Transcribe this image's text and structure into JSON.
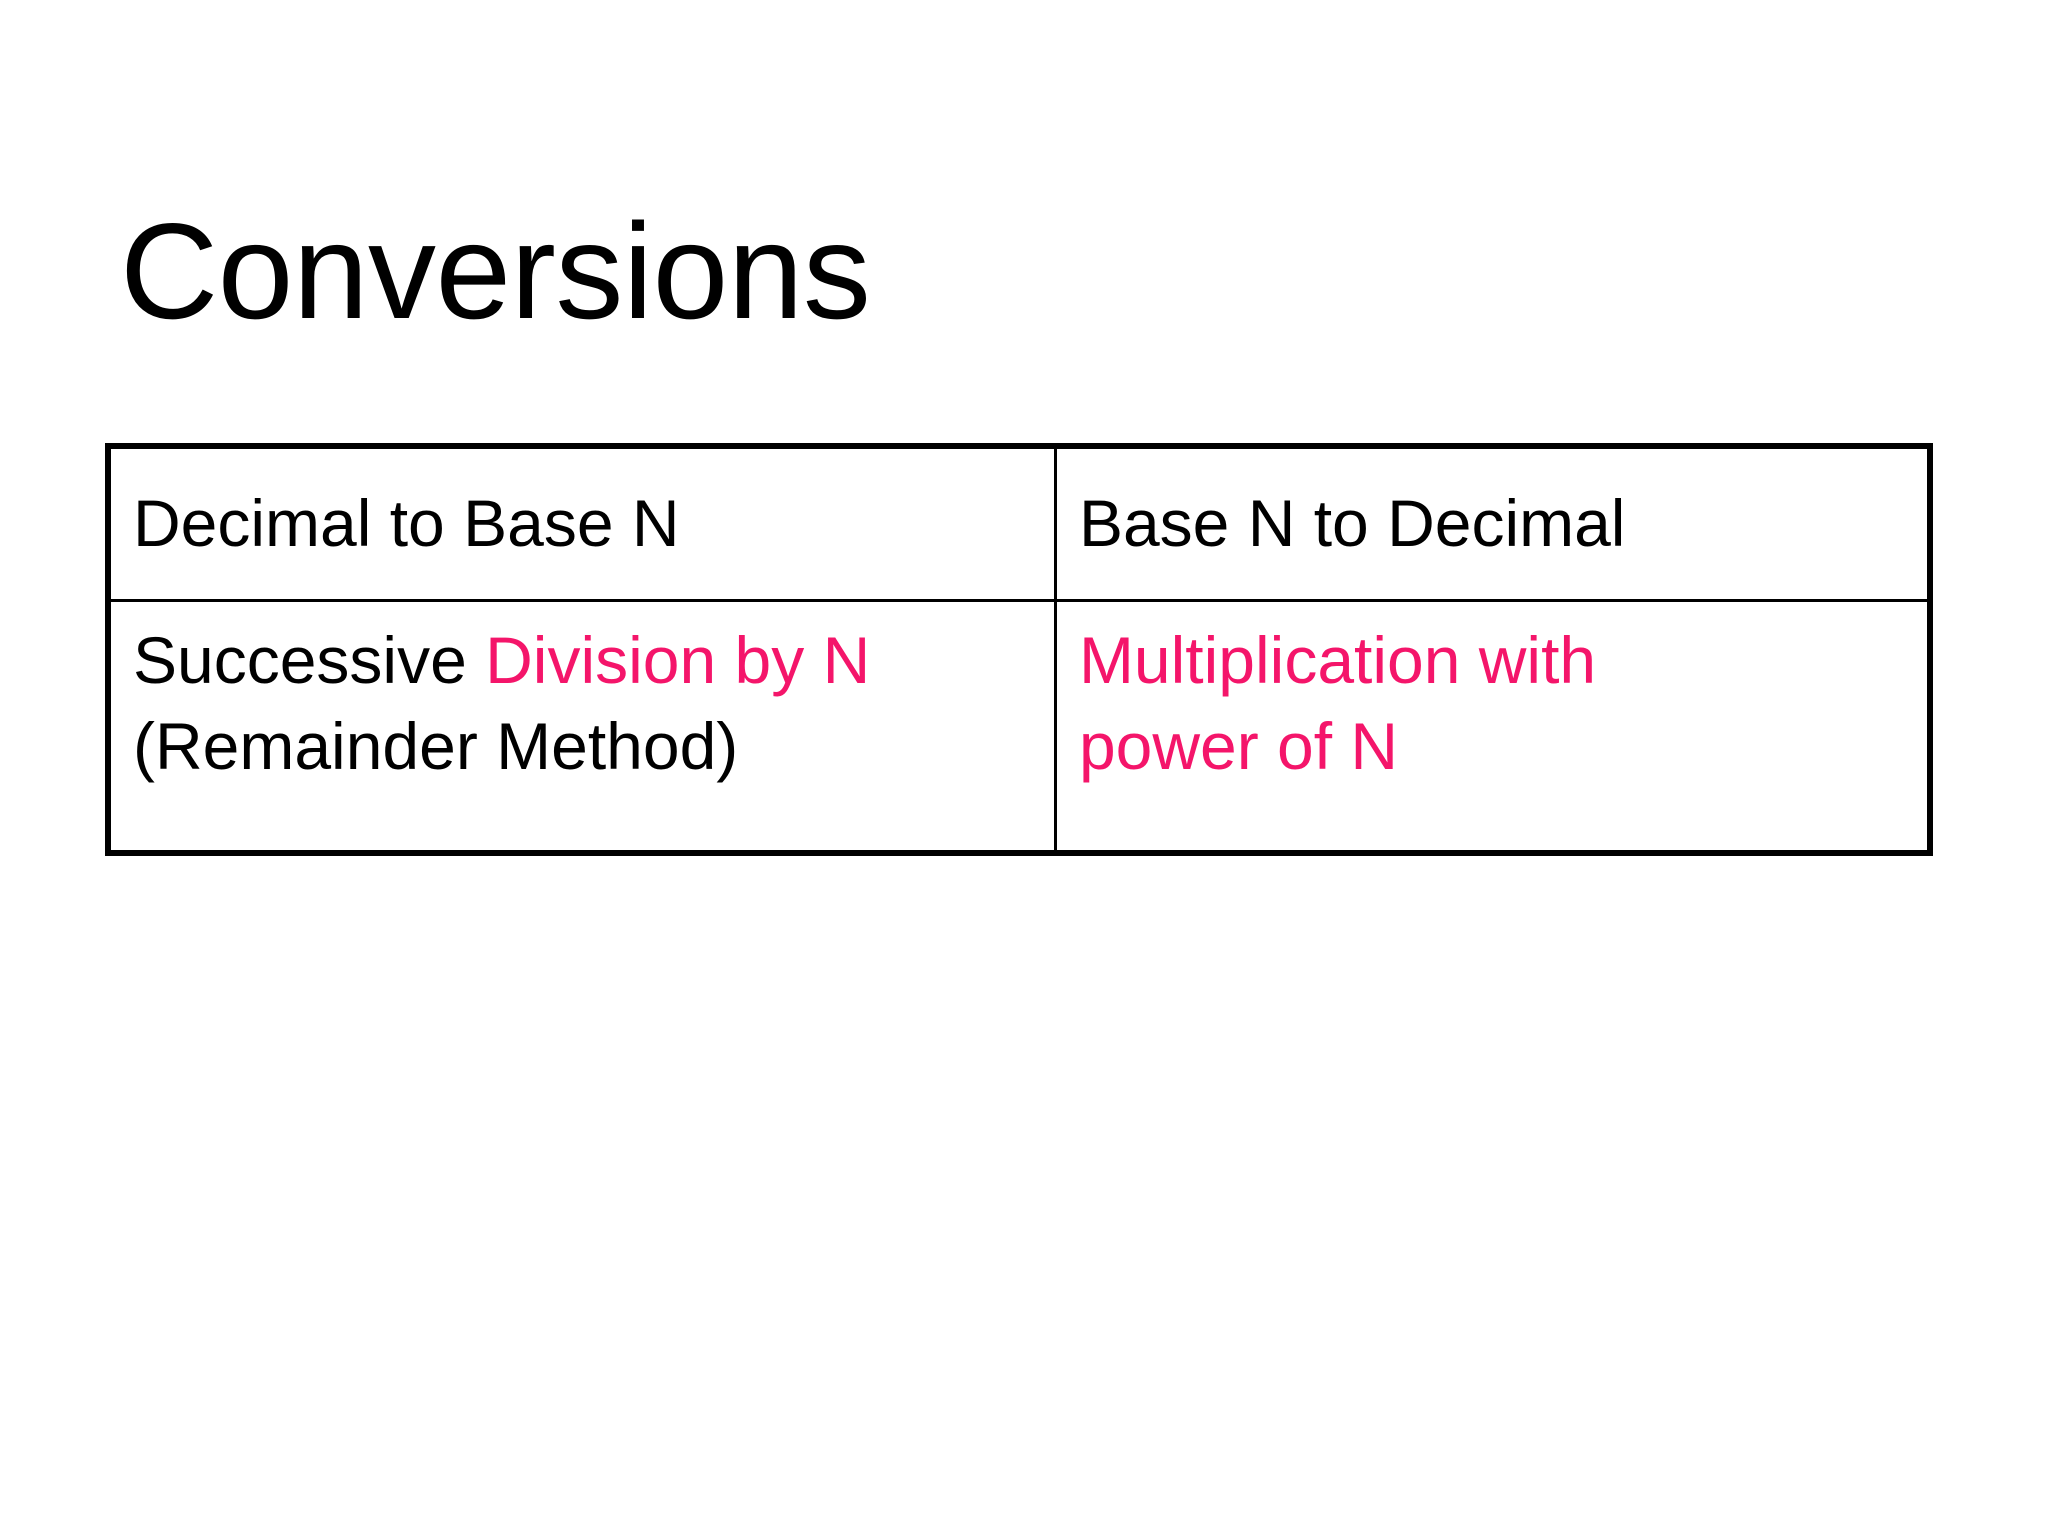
{
  "slide": {
    "title": "Conversions",
    "background_color": "#FFFFFF",
    "text_color": "#000000",
    "accent_color": "#F4156A"
  },
  "table": {
    "columns": [
      {
        "header": "Decimal to Base N"
      },
      {
        "header": "Base N to Decimal"
      }
    ],
    "rows": [
      {
        "left": {
          "line1_black": "Successive ",
          "line1_accent": "Division by N",
          "line2_black": "(Remainder Method)"
        },
        "right": {
          "line1_accent": "Multiplication with",
          "line2_accent": "power of N"
        }
      }
    ]
  }
}
